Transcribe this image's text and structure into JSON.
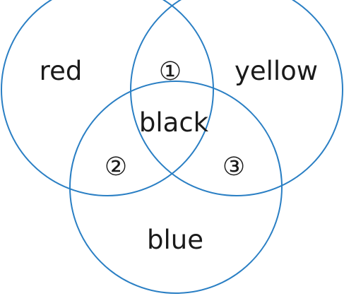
{
  "diagram": {
    "type": "venn",
    "stroke_color": "#2a7fc4",
    "text_color": "#1a1a1a",
    "sets": [
      {
        "id": "red",
        "label": "red"
      },
      {
        "id": "yellow",
        "label": "yellow"
      },
      {
        "id": "blue",
        "label": "blue"
      }
    ],
    "regions": {
      "red_yellow": "①",
      "red_blue": "②",
      "yellow_blue": "③",
      "all_three": "black"
    }
  }
}
